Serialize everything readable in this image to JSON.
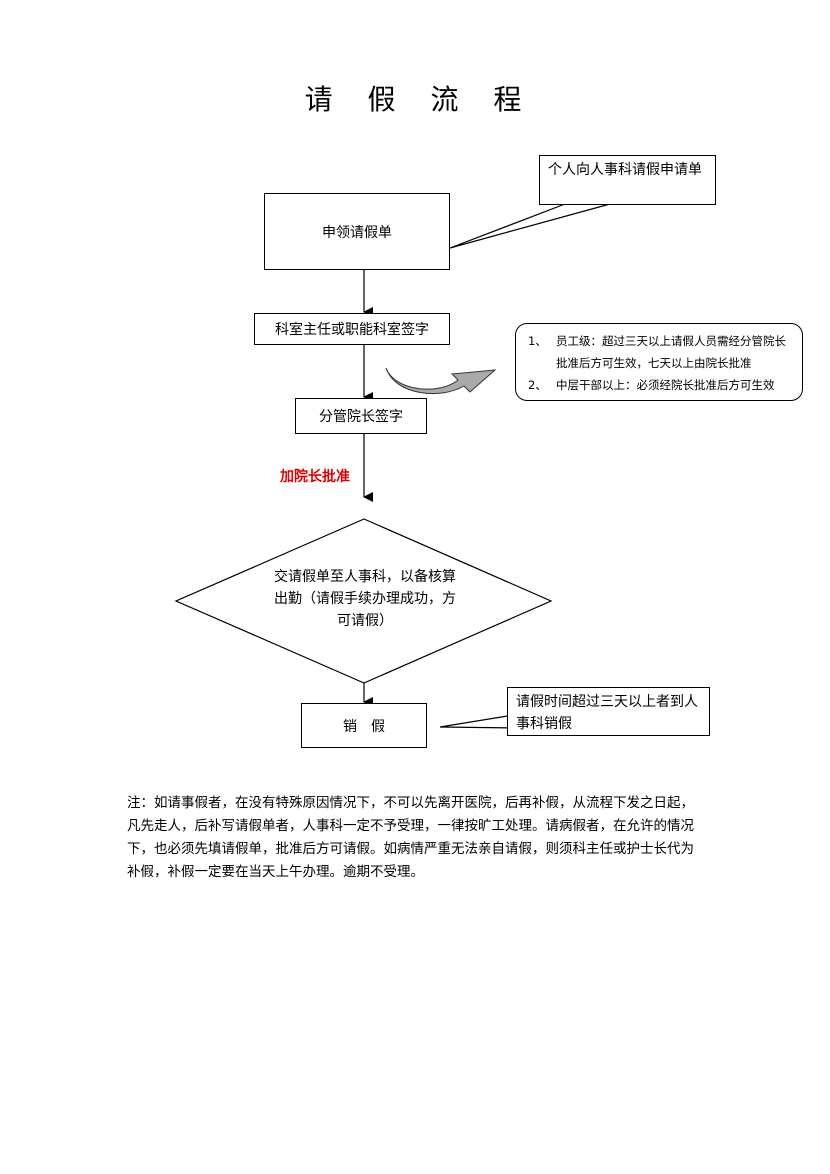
{
  "title": "请 假 流 程",
  "callouts": {
    "apply": "个人向人事科请假申请单",
    "cancel": "请假时间超过三天以上者到人事科销假"
  },
  "steps": {
    "get_form": "申领请假单",
    "dept_sign": "科室主任或职能科室签字",
    "vp_sign": "分管院长签字",
    "submit": "交请假单至人事科，以备核算出勤（请假手续办理成功，方可请假）",
    "cancel_leave": "销　假"
  },
  "rules": [
    {
      "num": "1、",
      "text": "员工级：超过三天以上请假人员需经分管院长批准后方可生效，七天以上由院长批准"
    },
    {
      "num": "2、",
      "text": "中层干部以上：必须经院长批准后方可生效"
    }
  ],
  "approval_label": "加院长批准",
  "approval_color": "#e00000",
  "note": "注：如请事假者，在没有特殊原因情况下，不可以先离开医院，后再补假，从流程下发之日起，凡先走人，后补写请假单者，人事科一定不予受理，一律按旷工处理。请病假者，在允许的情况下，也必须先填请假单，批准后方可请假。如病情严重无法亲自请假，则须科主任或护士长代为补假，补假一定要在当天上午办理。逾期不受理。"
}
